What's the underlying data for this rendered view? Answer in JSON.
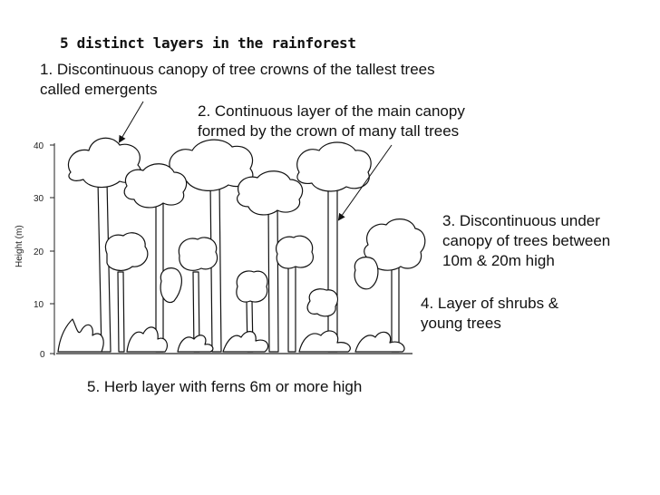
{
  "title": "5 distinct layers in the rainforest",
  "layers": [
    {
      "lines": [
        "1. Discontinuous canopy of tree crowns of the tallest trees",
        "called emergents"
      ]
    },
    {
      "lines": [
        "2. Continuous layer of the main canopy",
        "formed by the crown of many tall trees"
      ]
    },
    {
      "lines": [
        "3. Discontinuous under",
        "canopy of trees between",
        "10m & 20m high"
      ]
    },
    {
      "lines": [
        "4. Layer of shrubs &",
        "young trees"
      ]
    },
    {
      "lines": [
        "5. Herb layer with ferns 6m or more high"
      ]
    }
  ],
  "axis": {
    "title": "Height (m)",
    "ticks": [
      "0",
      "10",
      "20",
      "30",
      "40"
    ]
  }
}
